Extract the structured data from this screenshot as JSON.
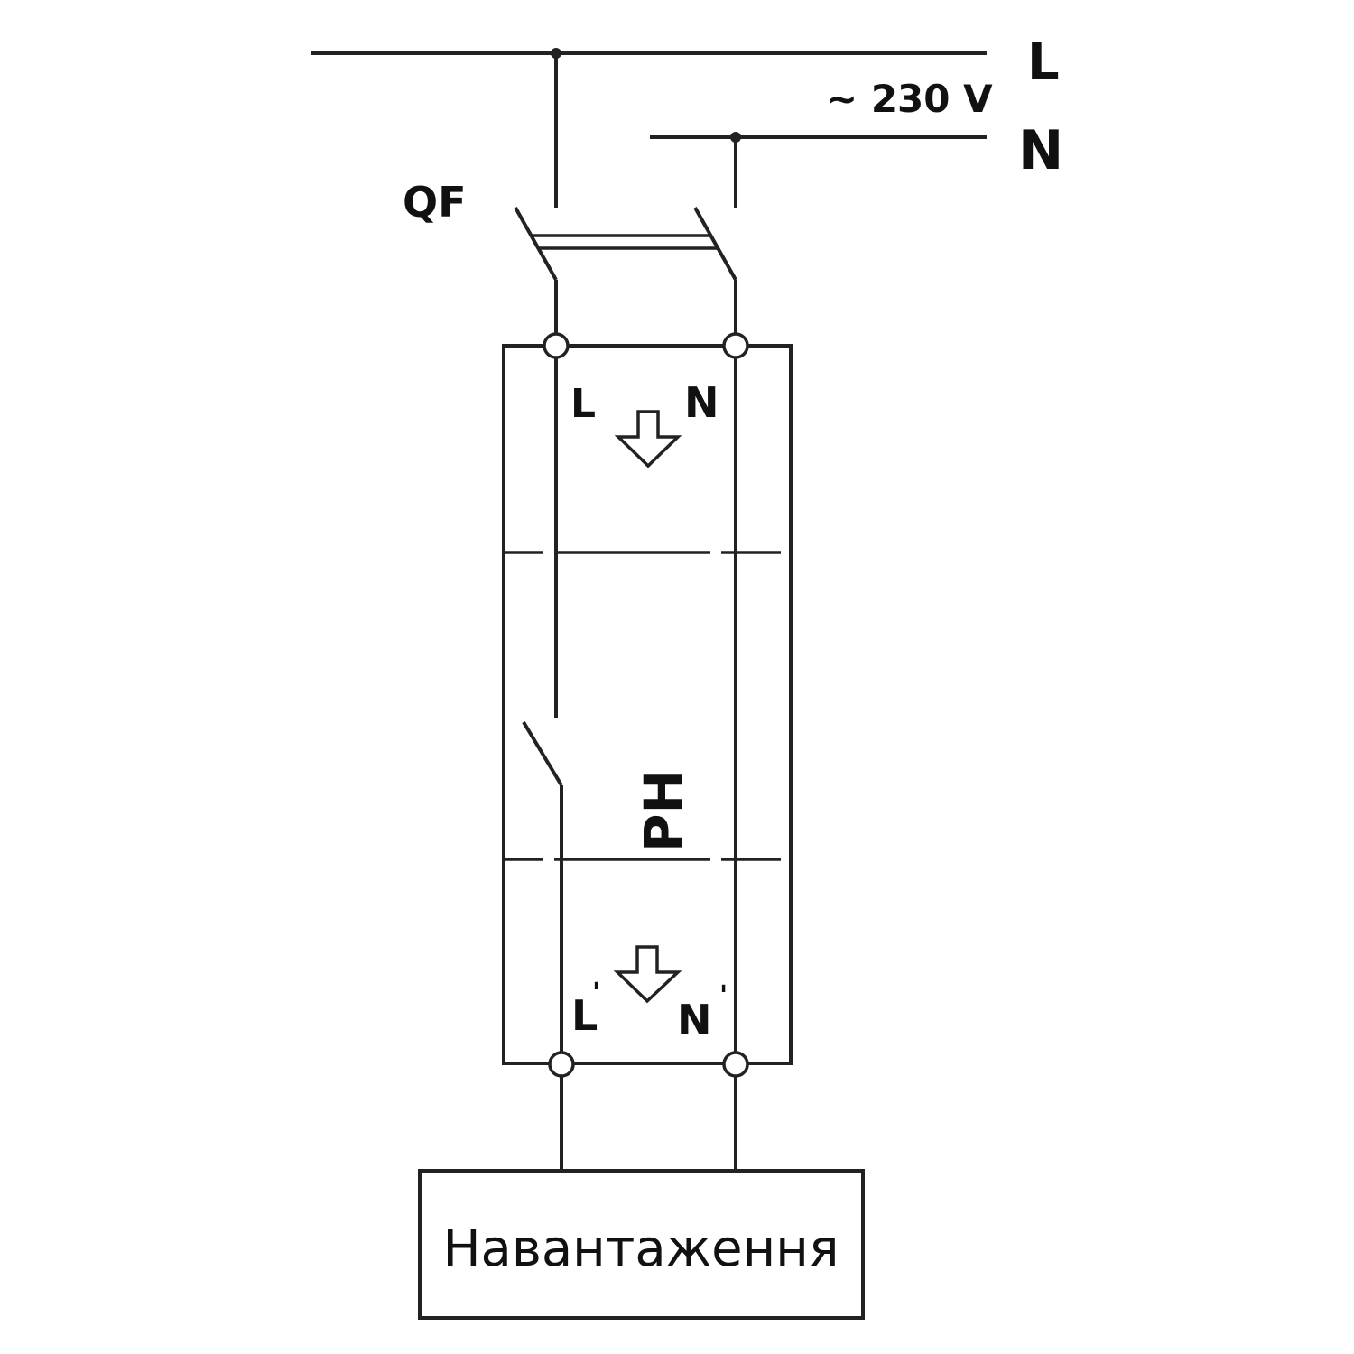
{
  "supply": {
    "phase_label": "L",
    "neutral_label": "N",
    "voltage_label": "~ 230 V"
  },
  "breaker": {
    "label": "QF"
  },
  "device": {
    "label": "PH",
    "input_l_label": "L",
    "input_n_label": "N",
    "output_l_label": "L",
    "output_n_label": "N",
    "output_prime_mark": "'"
  },
  "load": {
    "label": "Навантаження"
  }
}
